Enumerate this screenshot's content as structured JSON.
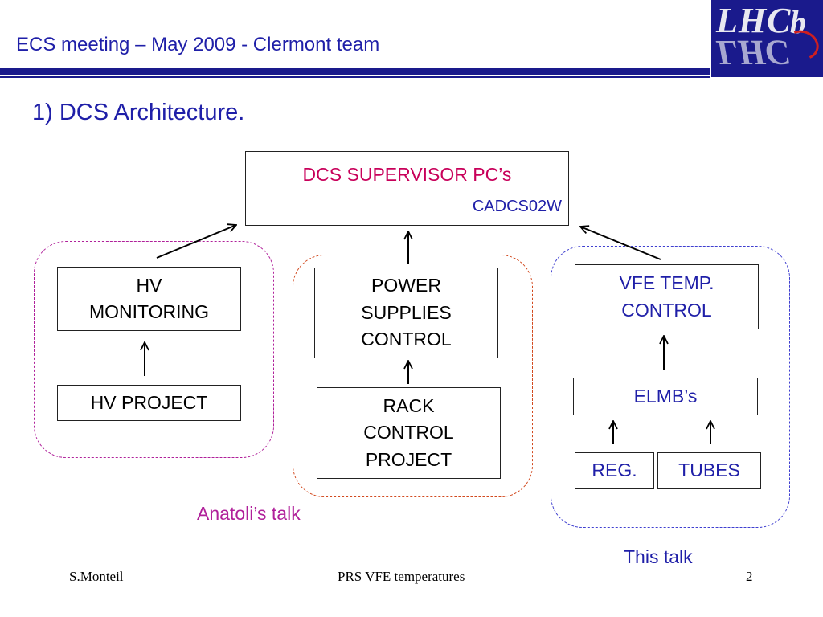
{
  "header": {
    "title": "ECS meeting – May 2009 - Clermont team",
    "logo": "LHCb"
  },
  "section_title": "1) DCS Architecture.",
  "diagram": {
    "supervisor": {
      "title": "DCS SUPERVISOR PC’s",
      "subtitle": "CADCS02W"
    },
    "hv_group": {
      "monitoring": "HV\nMONITORING",
      "project": "HV PROJECT"
    },
    "power_group": {
      "supplies": "POWER\nSUPPLIES\nCONTROL",
      "rack": "RACK\nCONTROL\nPROJECT"
    },
    "vfe_group": {
      "temp": "VFE TEMP.\nCONTROL",
      "elmbs": "ELMB’s",
      "reg": "REG.",
      "tubes": "TUBES"
    }
  },
  "notes": {
    "anatoli": "Anatoli’s talk",
    "this_talk": "This talk"
  },
  "footer": {
    "author": "S.Monteil",
    "subject": "PRS VFE temperatures",
    "page": "2"
  },
  "colors": {
    "title_blue": "#1f1fa8",
    "bar": "#1a1a8c",
    "magenta": "#b0209a",
    "orange_red": "#d2491e",
    "blue_dash": "#3f3fd0",
    "supervisor_title": "#c8005a"
  }
}
